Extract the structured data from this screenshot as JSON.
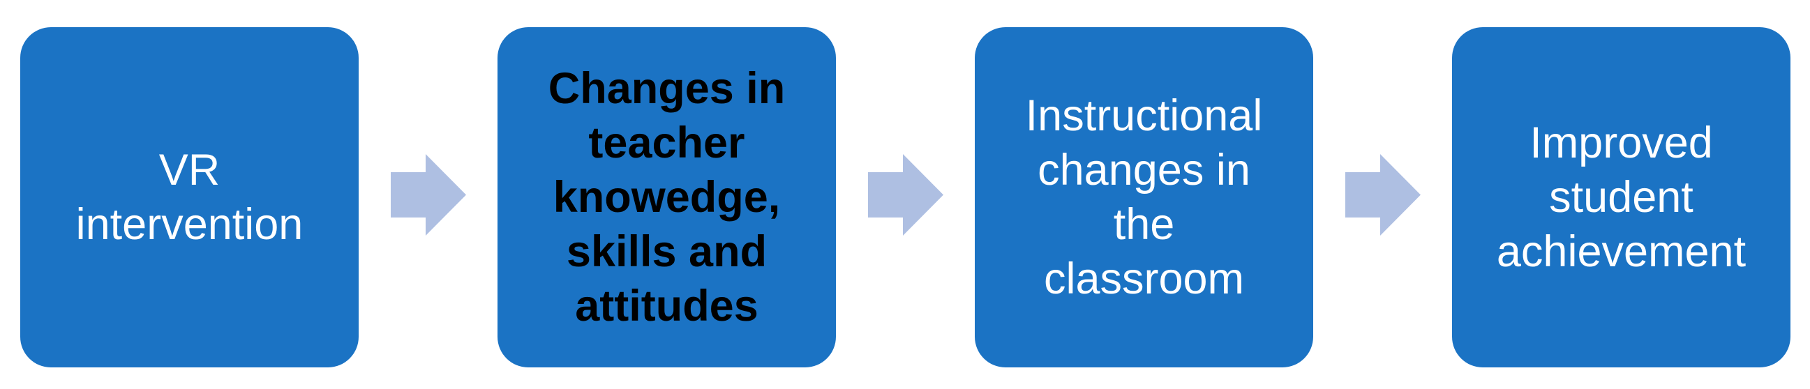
{
  "colors": {
    "background": "#FFFFFF",
    "box_fill": "#1B73C4",
    "arrow_fill": "#AEBFE2"
  },
  "flow": {
    "boxes": [
      {
        "label": "VR\nintervention",
        "text_color": "#FFFFFF",
        "font_weight": "400"
      },
      {
        "label": "Changes in\nteacher\nknowedge,\nskills and\nattitudes",
        "text_color": "#000000",
        "font_weight": "700"
      },
      {
        "label": "Instructional\nchanges in\nthe\nclassroom",
        "text_color": "#FFFFFF",
        "font_weight": "400"
      },
      {
        "label": "Improved\nstudent\nachievement",
        "text_color": "#FFFFFF",
        "font_weight": "400"
      }
    ],
    "arrow_icon": "right-arrow",
    "arrow_count": 3
  }
}
